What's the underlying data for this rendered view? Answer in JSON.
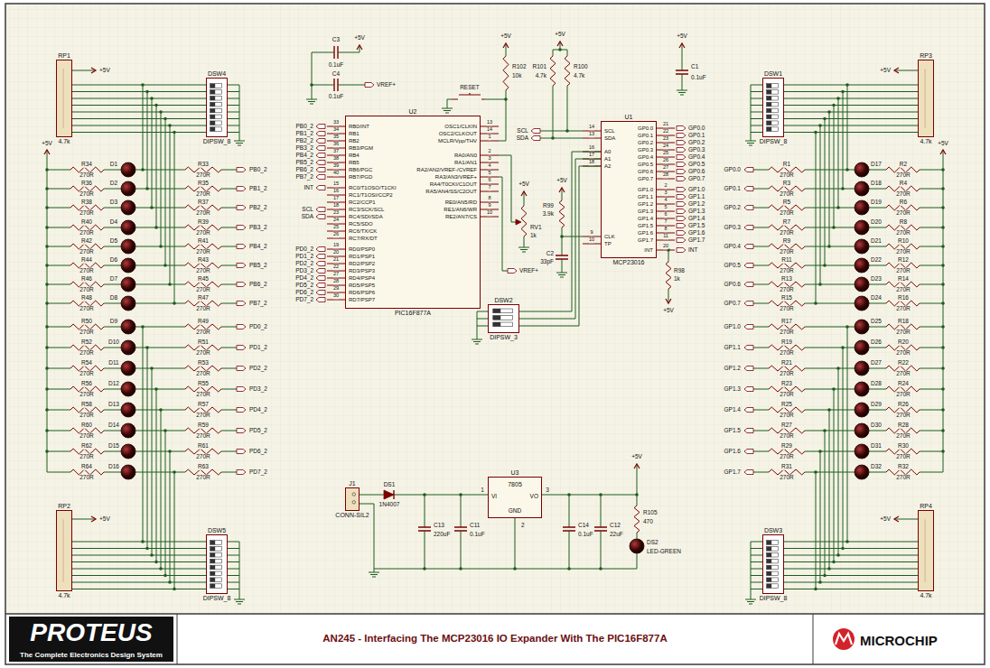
{
  "diagram": {
    "title": "AN245 - Interfacing The MCP23016 IO Expander With The PIC16F877A",
    "nodes": [
      {
        "text": [
          "RP1",
          "4.7k"
        ]
      },
      {
        "text": [
          "DSW4",
          "DIPSW_8"
        ]
      },
      {
        "text": [
          "U2",
          "PIC16F877A"
        ]
      },
      {
        "text": [
          "U1",
          "MCP23016"
        ]
      },
      {
        "text": [
          "DSW1",
          "DIPSW_8"
        ]
      },
      {
        "text": [
          "RP3",
          "4.7k"
        ]
      },
      {
        "text": [
          "DSW2",
          "DIPSW_3"
        ]
      },
      {
        "text": [
          "RP2",
          "4.7k"
        ]
      },
      {
        "text": [
          "DSW5",
          "DIPSW_8"
        ]
      },
      {
        "text": [
          "J1",
          "CONN-SIL2"
        ]
      },
      {
        "text": [
          "U3",
          "7805"
        ]
      },
      {
        "text": [
          "DSW3",
          "DIPSW_8"
        ]
      },
      {
        "text": [
          "RP4",
          "4.7k"
        ]
      }
    ],
    "edges": [
      {
        "from": 0,
        "to": 1,
        "arrow": "none"
      },
      {
        "from": 4,
        "to": 5,
        "arrow": "none"
      },
      {
        "from": 6,
        "to": 3,
        "arrow": "none"
      },
      {
        "from": 7,
        "to": 8,
        "arrow": "none"
      },
      {
        "from": 9,
        "to": 10,
        "arrow": "none"
      },
      {
        "from": 11,
        "to": 12,
        "arrow": "none"
      }
    ],
    "labels": [
      "D1",
      "R34",
      "270R",
      "R33",
      "270R",
      "PB0_2",
      "D2",
      "R36",
      "270R",
      "R35",
      "270R",
      "PB1_2",
      "D3",
      "R38",
      "270R",
      "R37",
      "270R",
      "PB2_2",
      "D4",
      "R40",
      "270R",
      "R39",
      "270R",
      "PB3_2",
      "D5",
      "R42",
      "270R",
      "R41",
      "270R",
      "PB4_2",
      "D6",
      "R44",
      "270R",
      "R43",
      "270R",
      "PB5_2",
      "D7",
      "R46",
      "270R",
      "R45",
      "270R",
      "PB6_2",
      "D8",
      "R48",
      "270R",
      "R47",
      "270R",
      "PB7_2",
      "D9",
      "R50",
      "270R",
      "R49",
      "270R",
      "PD0_2",
      "D10",
      "R52",
      "270R",
      "R51",
      "270R",
      "PD1_2",
      "D11",
      "R54",
      "270R",
      "R53",
      "270R",
      "PD2_2",
      "D12",
      "R56",
      "270R",
      "R55",
      "270R",
      "PD3_2",
      "D13",
      "R58",
      "270R",
      "R57",
      "270R",
      "PD4_2",
      "D14",
      "R60",
      "270R",
      "R59",
      "270R",
      "PD5_2",
      "D15",
      "R62",
      "270R",
      "R61",
      "270R",
      "PD6_2",
      "D16",
      "R64",
      "270R",
      "R63",
      "270R",
      "PD7_2",
      "GP0.0",
      "R1",
      "270R",
      "D17",
      "R2",
      "270R",
      "GP0.1",
      "R3",
      "270R",
      "D18",
      "R4",
      "270R",
      "GP0.2",
      "R5",
      "270R",
      "D19",
      "R6",
      "270R",
      "GP0.3",
      "R7",
      "270R",
      "D20",
      "R8",
      "270R",
      "GP0.4",
      "R9",
      "270R",
      "D21",
      "R10",
      "270R",
      "GP0.5",
      "R11",
      "270R",
      "D22",
      "R12",
      "270R",
      "GP0.6",
      "R13",
      "270R",
      "D23",
      "R14",
      "270R",
      "GP0.7",
      "R15",
      "270R",
      "D24",
      "R16",
      "270R",
      "GP1.0",
      "R17",
      "270R",
      "D25",
      "R18",
      "270R",
      "GP1.1",
      "R19",
      "270R",
      "D26",
      "R20",
      "270R",
      "GP1.2",
      "R21",
      "270R",
      "D27",
      "R22",
      "270R",
      "GP1.3",
      "R23",
      "270R",
      "D28",
      "R24",
      "270R",
      "GP1.4",
      "R25",
      "270R",
      "D29",
      "R26",
      "270R",
      "GP1.5",
      "R27",
      "270R",
      "D30",
      "R28",
      "270R",
      "GP1.6",
      "R29",
      "270R",
      "D31",
      "R30",
      "270R",
      "GP1.7",
      "R31",
      "270R",
      "D32",
      "R32",
      "270R",
      "33",
      "RB0/INT",
      "34",
      "RB1",
      "35",
      "RB2",
      "36",
      "RB3/PGM",
      "37",
      "RB4",
      "38",
      "RB5",
      "39",
      "RB6/PGC",
      "40",
      "RB7/PGD",
      "15",
      "RC0/T1OSO/T1CKI",
      "16",
      "RC1/T1OSI/CCP2",
      "17",
      "RC2/CCP1",
      "18",
      "RC3/SCK/SCL",
      "23",
      "RC4/SDI/SDA",
      "24",
      "RC5/SDO",
      "25",
      "RC6/TX/CK",
      "26",
      "RC7/RX/DT",
      "19",
      "RD0/PSP0",
      "20",
      "RD1/PSP1",
      "21",
      "RD2/PSP2",
      "22",
      "RD3/PSP3",
      "27",
      "RD4/PSP4",
      "28",
      "RD5/PSP5",
      "29",
      "RD6/PSP6",
      "30",
      "RD7/PSP7",
      "13",
      "OSC1/CLKIN",
      "14",
      "OSC2/CLKOUT",
      "1",
      "MCLR/Vpp/THV",
      "2",
      "RA0/AN0",
      "3",
      "RA1/AN1",
      "4",
      "RA2/AN2/VREF-/CVREF",
      "5",
      "RA3/AN3/VREF+",
      "6",
      "RA4/T0CKI/C1OUT",
      "7",
      "RA5/AN4/SS/C2OUT",
      "8",
      "RE0/AN5/RD",
      "9",
      "RE1/AN6/WR",
      "10",
      "RE2/AN7/CS",
      "PB0_2",
      "PB1_2",
      "PB2_2",
      "PB3_2",
      "PB4_2",
      "PB5_2",
      "PB6_2",
      "PB7_2",
      "INT",
      "SCL",
      "SDA",
      "PD0_2",
      "PD1_2",
      "PD2_2",
      "PD3_2",
      "PD4_2",
      "PD5_2",
      "PD6_2",
      "PD7_2",
      "VREF+",
      "14",
      "SCL",
      "13",
      "SDA",
      "16",
      "A0",
      "17",
      "A1",
      "18",
      "A2",
      "9",
      "CLK",
      "10",
      "TP",
      "21",
      "GP0.0",
      "22",
      "GP0.1",
      "23",
      "GP0.2",
      "24",
      "GP0.3",
      "25",
      "GP0.4",
      "26",
      "GP0.5",
      "27",
      "GP0.6",
      "28",
      "GP0.7",
      "2",
      "GP1.0",
      "3",
      "GP1.1",
      "4",
      "GP1.2",
      "5",
      "GP1.3",
      "6",
      "GP1.4",
      "7",
      "GP1.5",
      "8",
      "GP1.6",
      "11",
      "GP1.7",
      "20",
      "INT",
      "SCL",
      "SDA",
      "GP0.0",
      "GP0.1",
      "GP0.2",
      "GP0.3",
      "GP0.4",
      "GP0.5",
      "GP0.6",
      "GP0.7",
      "GP1.0",
      "GP1.1",
      "GP1.2",
      "GP1.3",
      "GP1.4",
      "GP1.5",
      "GP1.6",
      "GP1.7",
      "INT",
      "C3",
      "0.1uF",
      "C4",
      "0.1uF",
      "VREF+",
      "RESET",
      "R102",
      "10k",
      "R101",
      "4.7k",
      "R100",
      "4.7k",
      "C1",
      "0.1uF",
      "RV1",
      "1k",
      "R99",
      "3.9k",
      "C2",
      "33pF",
      "R98",
      "1k",
      "DS1",
      "1N4007",
      "C13",
      "220uF",
      "C11",
      "0.1uF",
      "VI",
      "VO",
      "GND",
      "1",
      "3",
      "2",
      "C14",
      "0.1uF",
      "C12",
      "22uF",
      "R105",
      "470",
      "DS2",
      "LED-GREEN",
      "+5V",
      "+5V",
      "+5V",
      "+5V",
      "+5V",
      "+5V",
      "+5V",
      "+5V",
      "+5V",
      "+5V",
      "+5V",
      "+5V",
      "+5V",
      "+5V",
      "PROTEUS",
      "The Complete Electronics Design System",
      "MICROCHIP"
    ]
  }
}
